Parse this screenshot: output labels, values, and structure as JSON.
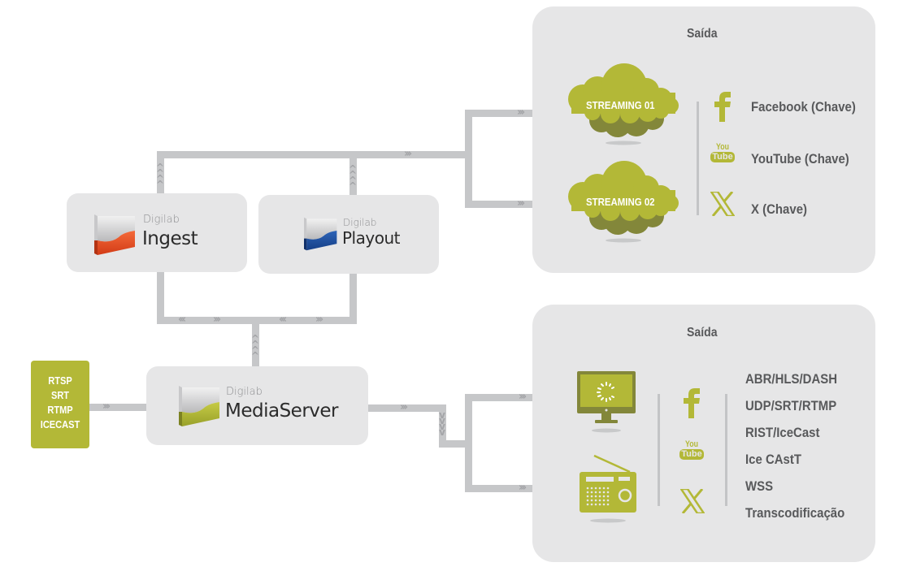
{
  "colors": {
    "accent_green": "#b3b837",
    "dark_green": "#83873a",
    "pipe_gray": "#c6c7c9",
    "panel_gray": "#e6e6e7",
    "text_gray": "#58595b",
    "ingest_red": "#e84c22",
    "playout_blue": "#1f4e9c"
  },
  "input": {
    "protocols": [
      "RTSP",
      "SRT",
      "RTMP",
      "ICECAST"
    ]
  },
  "nodes": {
    "ingest": {
      "brand": "Digilab",
      "product": "Ingest",
      "icon": "ingest-logo-cube-red"
    },
    "playout": {
      "brand": "Digilab",
      "product": "Playout",
      "icon": "playout-logo-cube-blue"
    },
    "mediaserver": {
      "brand": "Digilab",
      "product": "MediaServer",
      "icon": "mediaserver-logo-cube-green"
    }
  },
  "panel_top": {
    "title": "Saída",
    "clouds": [
      "STREAMING 01",
      "STREAMING 02"
    ],
    "social": [
      {
        "icon": "facebook-icon",
        "label": "Facebook (Chave)"
      },
      {
        "icon": "youtube-icon",
        "label": "YouTube (Chave)"
      },
      {
        "icon": "x-icon",
        "label": "X (Chave)"
      }
    ]
  },
  "panel_bottom": {
    "title": "Saída",
    "devices": [
      "monitor-icon",
      "radio-icon"
    ],
    "social_icons": [
      "facebook-icon",
      "youtube-icon",
      "x-icon"
    ],
    "youtube_text": {
      "top": "You",
      "bottom": "Tube"
    },
    "protocols": [
      "ABR/HLS/DASH",
      "UDP/SRT/RTMP",
      "RIST/IceCast",
      "Ice CAstT",
      "WSS",
      "Transcodificação"
    ]
  },
  "arrows": {
    "right": "›››",
    "left": "‹‹‹",
    "up": "^",
    "down": "v"
  }
}
